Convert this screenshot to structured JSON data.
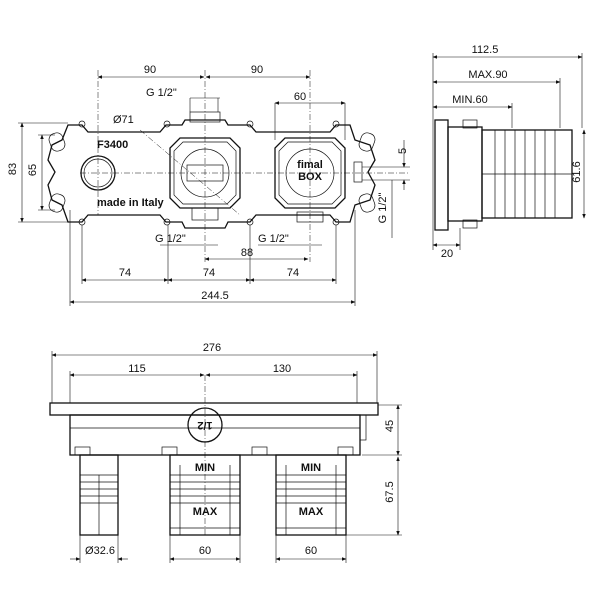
{
  "top_view": {
    "model": "F3400",
    "made_in": "made in Italy",
    "brand_top": "fimal",
    "brand_bottom": "BOX",
    "dims": {
      "spacing_left": "90",
      "spacing_right": "90",
      "inlet_top": "G 1/2\"",
      "diameter": "Ø71",
      "box_width": "60",
      "height_total": "83",
      "height_inner": "65",
      "offset": "5",
      "outlet_side": "G 1/2\"",
      "outlet_bottom_left": "G 1/2\"",
      "outlet_bottom_right": "G 1/2\"",
      "outlet_spacing": "88",
      "hole_spacing_1": "74",
      "hole_spacing_2": "74",
      "hole_spacing_3": "74",
      "width_total": "244.5"
    }
  },
  "side_view": {
    "dims": {
      "overall": "112.5",
      "max": "MAX.90",
      "min": "MIN.60",
      "height": "61.6",
      "plate": "20"
    }
  },
  "bottom_view": {
    "plug_label": "1/2",
    "min_label": "MIN",
    "max_label": "MAX",
    "dims": {
      "overall": "276",
      "left": "115",
      "right": "130",
      "body_depth": "45",
      "extension": "67.5",
      "pipe_diameter": "Ø32.6",
      "box_width_1": "60",
      "box_width_2": "60"
    }
  }
}
